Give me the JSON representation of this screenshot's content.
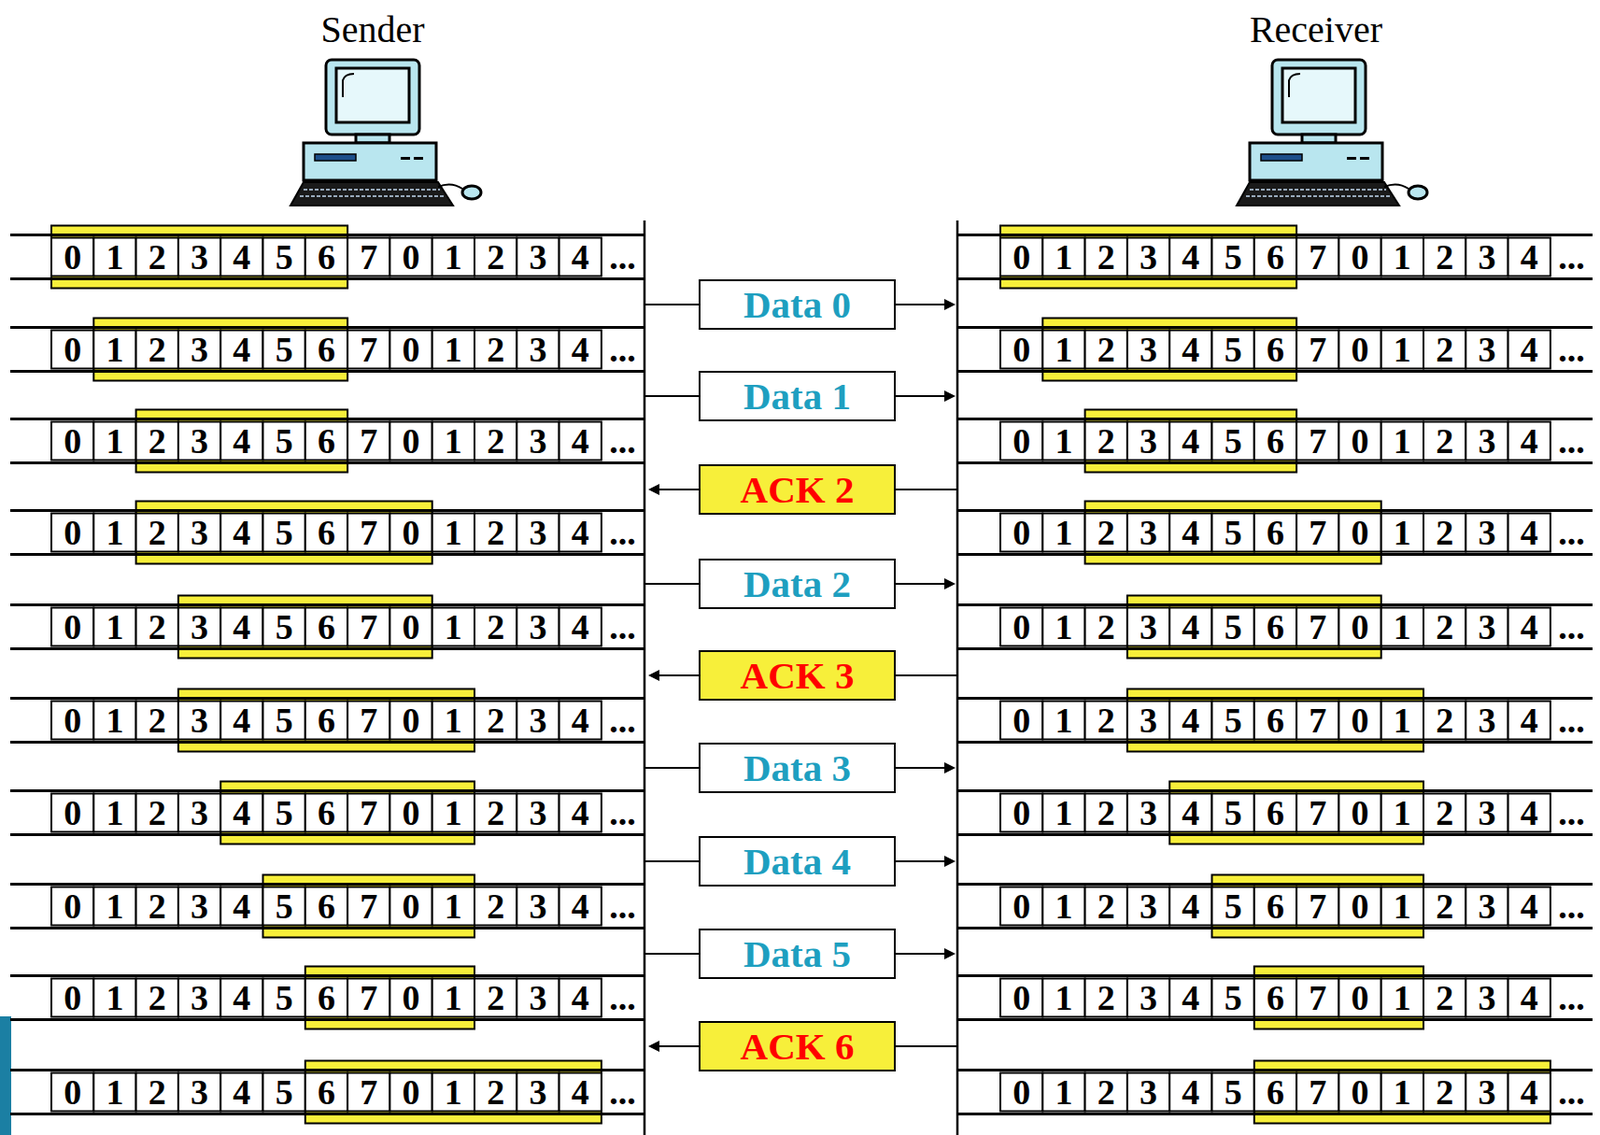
{
  "diagram": {
    "nodes": [
      {
        "text": [
          "Data 0"
        ]
      },
      {
        "text": [
          "Data 1"
        ]
      },
      {
        "text": [
          "ACK 2"
        ]
      },
      {
        "text": [
          "Data 2"
        ]
      },
      {
        "text": [
          "ACK 3"
        ]
      },
      {
        "text": [
          "Data 3"
        ]
      },
      {
        "text": [
          "Data 4"
        ]
      },
      {
        "text": [
          "Data 5"
        ]
      },
      {
        "text": [
          "ACK 6"
        ]
      }
    ],
    "labels": [
      "Sender",
      "Receiver",
      "0",
      "1",
      "2",
      "3",
      "4",
      "5",
      "6",
      "7",
      "0",
      "1",
      "2",
      "3",
      "4",
      "...",
      "0",
      "1",
      "2",
      "3",
      "4",
      "5",
      "6",
      "7",
      "0",
      "1",
      "2",
      "3",
      "4",
      "...",
      "0",
      "1",
      "2",
      "3",
      "4",
      "5",
      "6",
      "7",
      "0",
      "1",
      "2",
      "3",
      "4",
      "...",
      "0",
      "1",
      "2",
      "3",
      "4",
      "5",
      "6",
      "7",
      "0",
      "1",
      "2",
      "3",
      "4",
      "...",
      "0",
      "1",
      "2",
      "3",
      "4",
      "5",
      "6",
      "7",
      "0",
      "1",
      "2",
      "3",
      "4",
      "...",
      "0",
      "1",
      "2",
      "3",
      "4",
      "5",
      "6",
      "7",
      "0",
      "1",
      "2",
      "3",
      "4",
      "...",
      "0",
      "1",
      "2",
      "3",
      "4",
      "5",
      "6",
      "7",
      "0",
      "1",
      "2",
      "3",
      "4",
      "...",
      "0",
      "1",
      "2",
      "3",
      "4",
      "5",
      "6",
      "7",
      "0",
      "1",
      "2",
      "3",
      "4",
      "...",
      "0",
      "1",
      "2",
      "3",
      "4",
      "5",
      "6",
      "7",
      "0",
      "1",
      "2",
      "3",
      "4",
      "...",
      "0",
      "1",
      "2",
      "3",
      "4",
      "5",
      "6",
      "7",
      "0",
      "1",
      "2",
      "3",
      "4",
      "...",
      "0",
      "1",
      "2",
      "3",
      "4",
      "5",
      "6",
      "7",
      "0",
      "1",
      "2",
      "3",
      "4",
      "...",
      "0",
      "1",
      "2",
      "3",
      "4",
      "5",
      "6",
      "7",
      "0",
      "1",
      "2",
      "3",
      "4",
      "...",
      "0",
      "1",
      "2",
      "3",
      "4",
      "5",
      "6",
      "7",
      "0",
      "1",
      "2",
      "3",
      "4",
      "...",
      "0",
      "1",
      "2",
      "3",
      "4",
      "5",
      "6",
      "7",
      "0",
      "1",
      "2",
      "3",
      "4",
      "...",
      "0",
      "1",
      "2",
      "3",
      "4",
      "5",
      "6",
      "7",
      "0",
      "1",
      "2",
      "3",
      "4",
      "...",
      "0",
      "1",
      "2",
      "3",
      "4",
      "5",
      "6",
      "7",
      "0",
      "1",
      "2",
      "3",
      "4",
      "...",
      "0",
      "1",
      "2",
      "3",
      "4",
      "5",
      "6",
      "7",
      "0",
      "1",
      "2",
      "3",
      "4",
      "...",
      "0",
      "1",
      "2",
      "3",
      "4",
      "5",
      "6",
      "7",
      "0",
      "1",
      "2",
      "3",
      "4",
      "...",
      "0",
      "1",
      "2",
      "3",
      "4",
      "5",
      "6",
      "7",
      "0",
      "1",
      "2",
      "3",
      "4",
      "...",
      "0",
      "1",
      "2",
      "3",
      "4",
      "5",
      "6",
      "7",
      "0",
      "1",
      "2",
      "3",
      "4",
      "..."
    ]
  }
}
